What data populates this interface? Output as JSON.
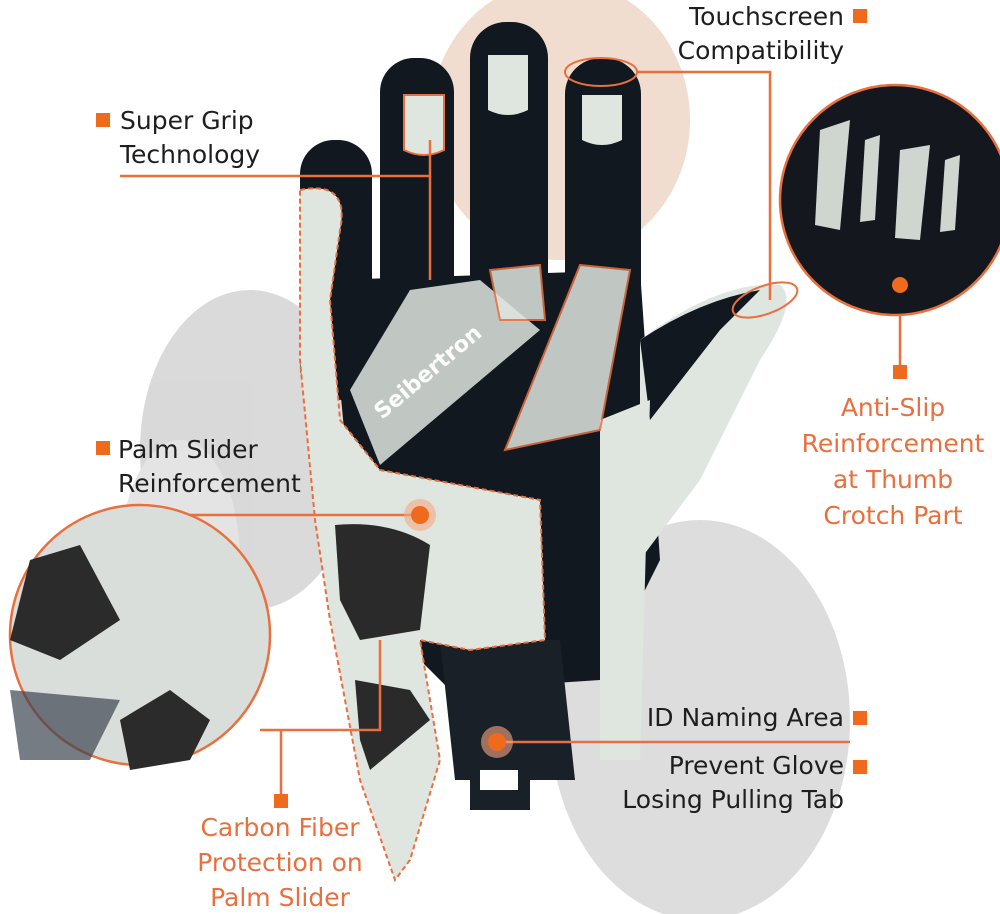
{
  "brand": "Seibertron®",
  "accent_color": "#f06a1e",
  "label_text_color": "#e8703f",
  "callouts": {
    "touchscreen": {
      "lines": [
        "Touchscreen",
        "Compatibility"
      ]
    },
    "super_grip": {
      "lines": [
        "Super Grip",
        "Technology"
      ]
    },
    "palm_slider": {
      "lines": [
        "Palm Slider",
        "Reinforcement"
      ]
    },
    "anti_slip": {
      "lines": [
        "Anti-Slip",
        "Reinforcement",
        "at Thumb",
        "Crotch Part"
      ]
    },
    "carbon_fiber": {
      "lines": [
        "Carbon Fiber",
        "Protection on",
        "Palm Slider"
      ]
    },
    "id_naming": {
      "lines": [
        "ID Naming Area"
      ]
    },
    "pulling_tab": {
      "lines": [
        "Prevent Glove",
        "Losing Pulling Tab"
      ]
    }
  }
}
